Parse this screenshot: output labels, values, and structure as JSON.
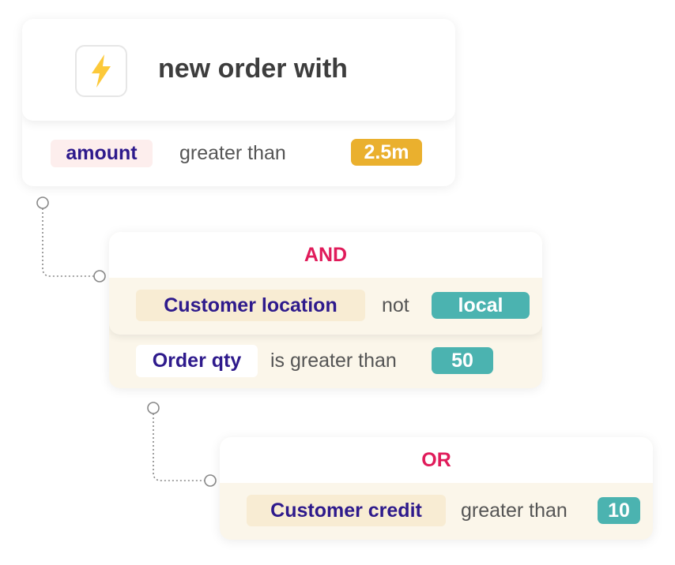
{
  "trigger": {
    "icon": "lightning-icon",
    "title": "new order with",
    "condition": {
      "field": "amount",
      "operator": "greater than",
      "value": "2.5m"
    }
  },
  "and_group": {
    "label": "AND",
    "conditions": [
      {
        "field": "Customer location",
        "operator": "not",
        "value": "local"
      },
      {
        "field": "Order qty",
        "operator": "is greater than",
        "value": "50"
      }
    ]
  },
  "or_group": {
    "label": "OR",
    "conditions": [
      {
        "field": "Customer credit",
        "operator": "greater than",
        "value": "10"
      }
    ]
  },
  "colors": {
    "and_or_label": "#e01b5a",
    "field_text": "#2e1a8c",
    "value_teal": "#4bb3b0",
    "value_amber": "#eab02e"
  }
}
